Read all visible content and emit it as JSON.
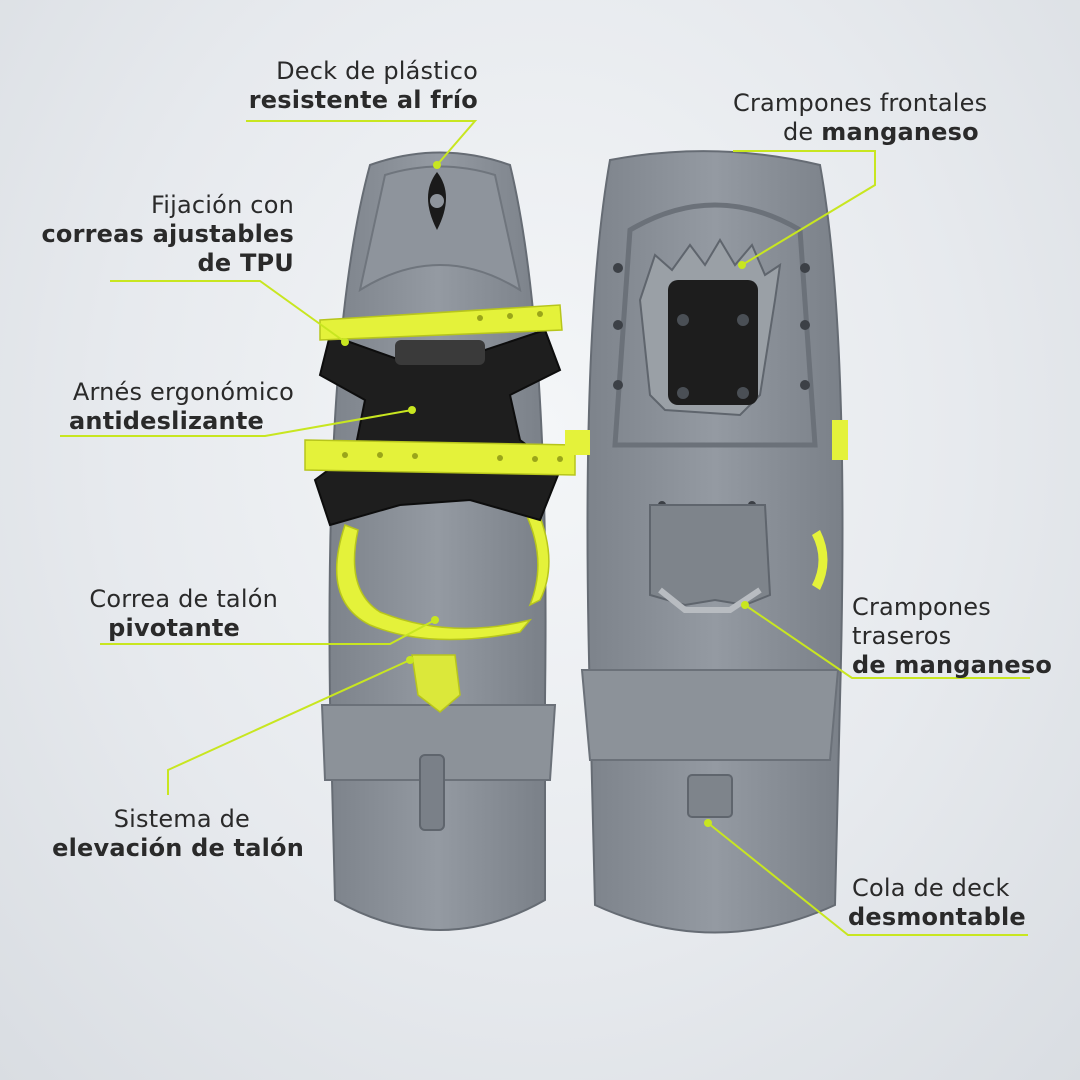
{
  "callouts": {
    "deck": {
      "l1": "Deck de plástico",
      "l2_bold": "resistente al frío"
    },
    "front_crampons": {
      "l1_pre": "Crampones frontales",
      "l2_pre": "de ",
      "l2_bold": "manganeso"
    },
    "binding": {
      "l1": "Fijación con",
      "l2_bold": "correas ajustables",
      "l3_bold": "de TPU"
    },
    "harness": {
      "l1": "Arnés ergonómico",
      "l2_bold": "antideslizante"
    },
    "heel_strap": {
      "l1": "Correa de talón",
      "l2_bold": "pivotante"
    },
    "rear_crampons": {
      "l1": "Crampones",
      "l2": "traseros",
      "l3_bold": "de manganeso"
    },
    "heel_lift": {
      "l1": "Sistema de",
      "l2_bold": "elevación de talón"
    },
    "tail": {
      "l1": "Cola de deck",
      "l2_bold": "desmontable"
    }
  },
  "colors": {
    "accent": "#c8e620",
    "strap": "#e4f23a",
    "deck": "#8a9098",
    "deck_dark": "#6f757d",
    "harness": "#1e1e1e"
  },
  "icons": [
    "logo-mark"
  ]
}
